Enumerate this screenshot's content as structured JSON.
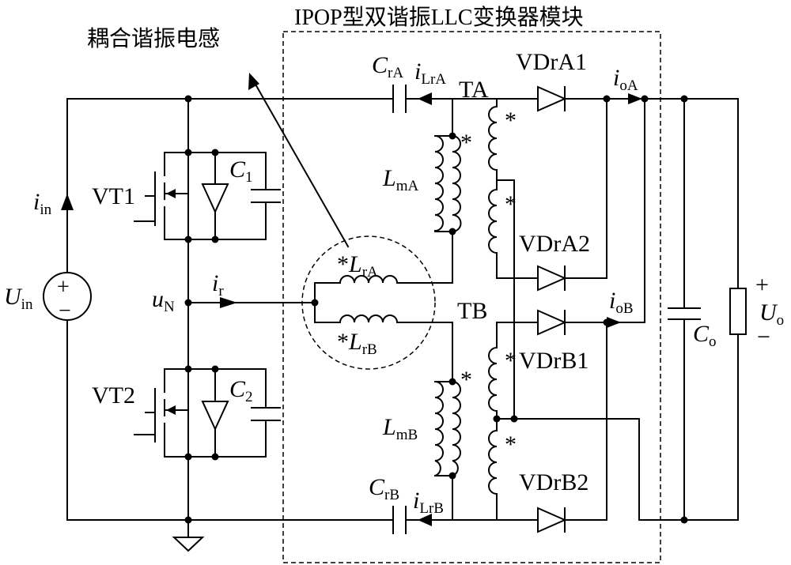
{
  "module_title": "IPOP型双谐振LLC变换器模块",
  "callout_label": "耦合谐振电感",
  "source": {
    "symbol": "U",
    "sub": "in",
    "plus": "+",
    "minus": "−"
  },
  "input_current": {
    "symbol": "i",
    "sub": "in"
  },
  "switches": {
    "upper": "VT1",
    "lower": "VT2"
  },
  "capacitors": {
    "c1": {
      "symbol": "C",
      "sub": "1"
    },
    "c2": {
      "symbol": "C",
      "sub": "2"
    },
    "cra": {
      "symbol": "C",
      "sub": "rA"
    },
    "crb": {
      "symbol": "C",
      "sub": "rB"
    },
    "co": {
      "symbol": "C",
      "sub": "o"
    }
  },
  "midpoint_voltage": {
    "symbol": "u",
    "sub": "N"
  },
  "resonant_current": {
    "symbol": "i",
    "sub": "r"
  },
  "inductors": {
    "lma": {
      "symbol": "L",
      "sub": "mA"
    },
    "lmb": {
      "symbol": "L",
      "sub": "mB"
    },
    "lra": {
      "symbol": "L",
      "sub": "rA",
      "dot": "*"
    },
    "lrb": {
      "symbol": "L",
      "sub": "rB",
      "dot": "*"
    }
  },
  "currents": {
    "ilra": {
      "symbol": "i",
      "sub": "LrA"
    },
    "ilrb": {
      "symbol": "i",
      "sub": "LrB"
    },
    "ioa": {
      "symbol": "i",
      "sub": "oA"
    },
    "iob": {
      "symbol": "i",
      "sub": "oB"
    }
  },
  "transformers": {
    "a": "TA",
    "b": "TB",
    "dot": "*"
  },
  "diodes": {
    "a1": "VDrA1",
    "a2": "VDrA2",
    "b1": "VDrB1",
    "b2": "VDrB2"
  },
  "output": {
    "symbol": "U",
    "sub": "o",
    "plus": "+",
    "minus": "−"
  }
}
